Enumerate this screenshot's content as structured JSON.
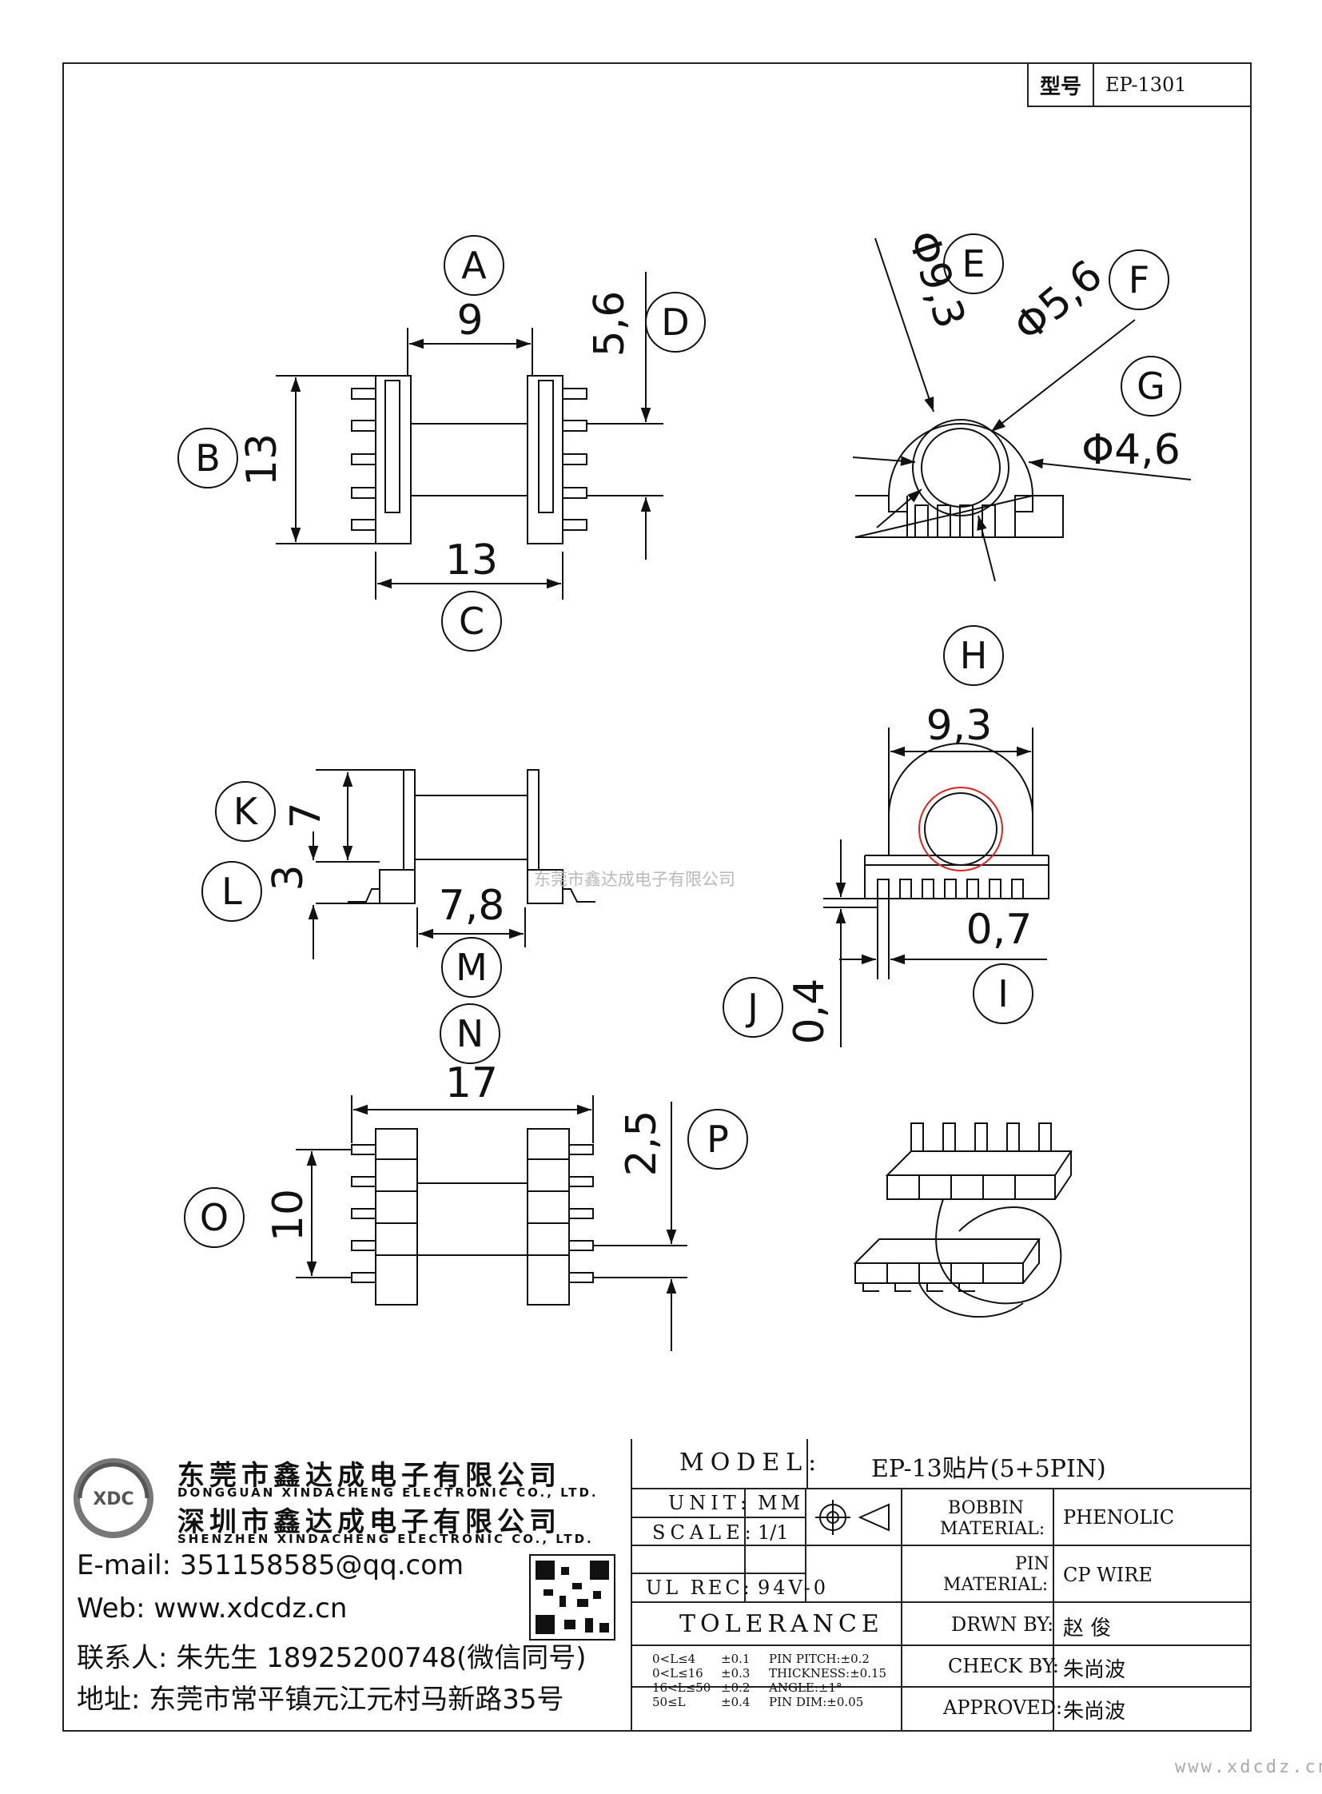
{
  "header": {
    "model_label": "型号",
    "model_value": "EP-1301"
  },
  "dimensions": {
    "A": "9",
    "B": "13",
    "C": "13",
    "D": "5,6",
    "E": "Φ9,3",
    "F": "Φ5,6",
    "G": "Φ4,6",
    "H": "9,3",
    "I": "0,7",
    "J": "0,4",
    "K": "7",
    "L": "3",
    "M": "7,8",
    "N": "17",
    "O": "10",
    "P": "2,5"
  },
  "callouts": [
    "A",
    "B",
    "C",
    "D",
    "E",
    "F",
    "G",
    "H",
    "I",
    "J",
    "K",
    "L",
    "M",
    "N",
    "O",
    "P"
  ],
  "watermark": "东莞市鑫达成电子有限公司",
  "company": {
    "name1": "东莞市鑫达成电子有限公司",
    "name1_en": "DONGGUAN XINDACHENG ELECTRONIC CO., LTD.",
    "name2": "深圳市鑫达成电子有限公司",
    "name2_en": "SHENZHEN XINDACHENG ELECTRONIC CO., LTD.",
    "logo_text": "XDC",
    "email": "E-mail: 351158585@qq.com",
    "web": "Web: www.xdcdz.cn",
    "contact": "联系人: 朱先生 18925200748(微信同号)",
    "address": "地址: 东莞市常平镇元江元村马新路35号"
  },
  "title_block": {
    "model_label": "MODEL:",
    "model_value": "EP-13贴片(5+5PIN)",
    "unit_label": "UNIT:",
    "unit_value": "MM",
    "scale_label": "SCALE:",
    "scale_value": "1/1",
    "ulrec_label": "UL REC:",
    "ulrec_value": "94V-0",
    "tolerance_label": "TOLERANCE",
    "bobbin_label_1": "BOBBIN",
    "bobbin_label_2": "MATERIAL:",
    "bobbin_value": "PHENOLIC",
    "pin_label_1": "PIN",
    "pin_label_2": "MATERIAL:",
    "pin_value": "CP WIRE",
    "drawn_label": "DRWN BY:",
    "drawn_value": "赵 俊",
    "check_label": "CHECK BY:",
    "check_value": "朱尚波",
    "approved_label": "APPROVED:",
    "approved_value": "朱尚波",
    "tolerances": [
      {
        "range": "0<L≤4",
        "tol": "±0.1",
        "spec": "PIN PITCH:±0.2"
      },
      {
        "range": "0<L≤16",
        "tol": "±0.3",
        "spec": "THICKNESS:±0.15"
      },
      {
        "range": "16<L≤50",
        "tol": "±0.2",
        "spec": "ANGLE:±1°"
      },
      {
        "range": "50≤L",
        "tol": "±0.4",
        "spec": "PIN DIM:±0.05"
      }
    ]
  },
  "footer_url": "www.xdcdz.cn"
}
